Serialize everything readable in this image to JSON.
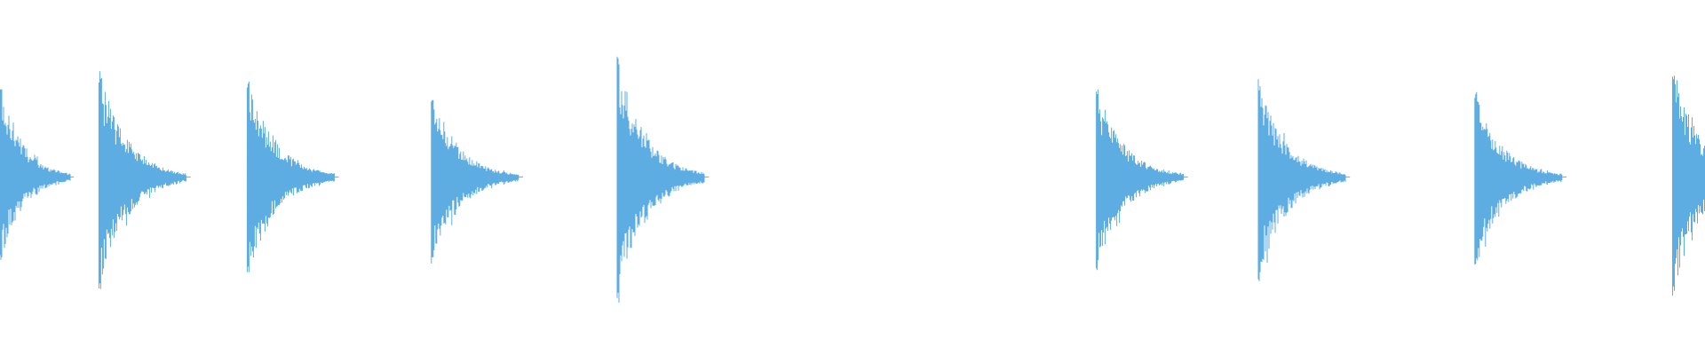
{
  "waveform": {
    "color": "#5dade2",
    "amplitude_max": 1.0,
    "duration": 1.0,
    "transients": [
      {
        "onset": 0.0,
        "peak_pos": 0.75,
        "peak_neg": 0.65,
        "decay": 0.036
      },
      {
        "onset": 0.058,
        "peak_pos": 0.83,
        "peak_neg": 0.86,
        "decay": 0.046
      },
      {
        "onset": 0.145,
        "peak_pos": 0.77,
        "peak_neg": 0.78,
        "decay": 0.046
      },
      {
        "onset": 0.253,
        "peak_pos": 0.64,
        "peak_neg": 0.68,
        "decay": 0.046
      },
      {
        "onset": 0.362,
        "peak_pos": 0.93,
        "peak_neg": 0.96,
        "decay": 0.046
      },
      {
        "onset": 0.643,
        "peak_pos": 0.69,
        "peak_neg": 0.7,
        "decay": 0.046
      },
      {
        "onset": 0.738,
        "peak_pos": 0.76,
        "peak_neg": 0.79,
        "decay": 0.046
      },
      {
        "onset": 0.865,
        "peak_pos": 0.67,
        "peak_neg": 0.71,
        "decay": 0.046
      },
      {
        "onset": 0.981,
        "peak_pos": 0.86,
        "peak_neg": 0.9,
        "decay": 0.046
      }
    ]
  }
}
